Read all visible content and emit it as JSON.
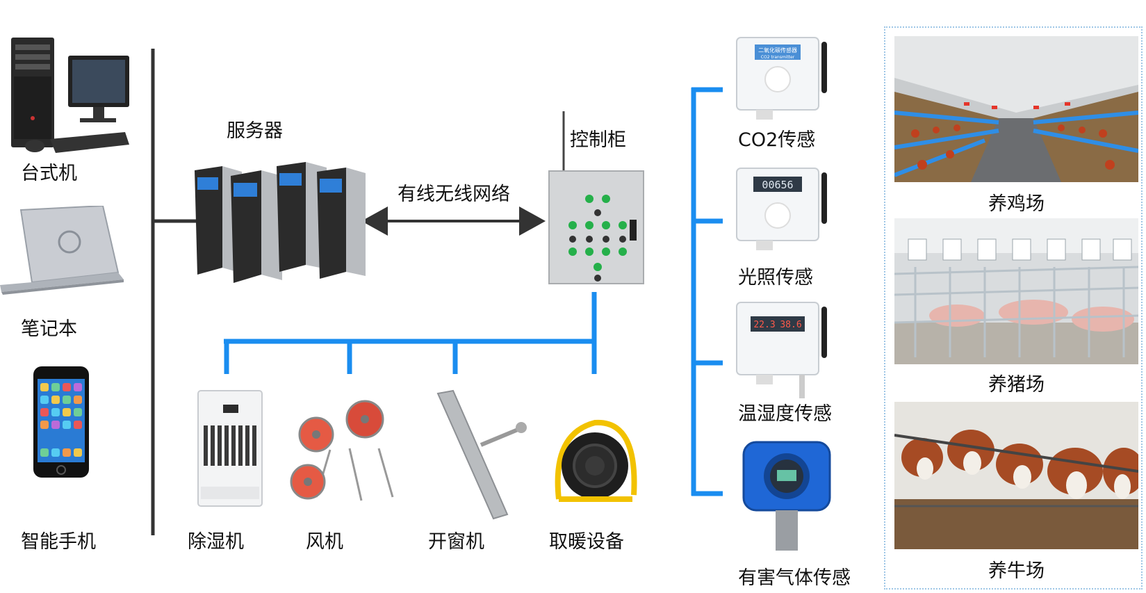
{
  "clients": {
    "desktop": "台式机",
    "laptop": "笔记本",
    "phone": "智能手机"
  },
  "server": {
    "label": "服务器"
  },
  "link": {
    "label": "有线无线网络"
  },
  "cabinet": {
    "label": "控制柜"
  },
  "actuators": {
    "dehumidifier": "除湿机",
    "fan": "风机",
    "window_opener": "开窗机",
    "heater": "取暖设备"
  },
  "sensors": {
    "co2": "CO2传感",
    "light": "光照传感",
    "temp_humidity": "温湿度传感",
    "gas": "有害气体传感",
    "co2_device_text": "二氧化碳传感器",
    "co2_device_sub": "CO2 transmitter",
    "light_reading": "00656",
    "th_reading_1": "22.3",
    "th_reading_2": "38.6"
  },
  "farms": {
    "chicken": "养鸡场",
    "pig": "养猪场",
    "cattle": "养牛场"
  },
  "colors": {
    "blue_line": "#1a8df0",
    "dark_line": "#333333",
    "frame_dots": "#9ec6e6"
  }
}
